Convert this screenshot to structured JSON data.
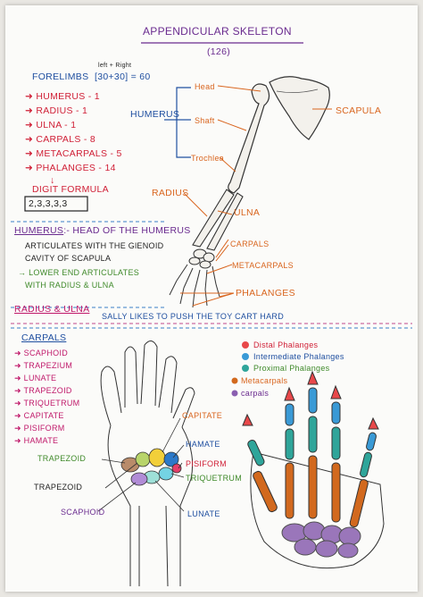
{
  "title": "APPENDICULAR SKELETON",
  "count": "(126)",
  "forelimbs": {
    "label": "FORELIMBS",
    "note": "left + Right",
    "formula": "[30+30] = 60",
    "bones": [
      "HUMERUS - 1",
      "RADIUS - 1",
      "ULNA - 1",
      "CARPALS - 8",
      "METACARPALS - 5",
      "PHALANGES - 14"
    ],
    "arrow": "↓",
    "digit_formula_label": "DIGIT FORMULA",
    "digit_formula": "2,3,3,3,3"
  },
  "arm_labels": {
    "humerus": "HUMERUS",
    "head": "Head",
    "shaft": "Shaft",
    "trochlea": "Trochlea",
    "scapula": "SCAPULA",
    "radius": "RADIUS",
    "ulna": "ULNA",
    "carpals": "CARPALS",
    "metacarpals": "METACARPALS",
    "phalanges": "PHALANGES"
  },
  "humerus_note": {
    "heading": "HUMERUS",
    "sub": ":- HEAD OF THE HUMERUS",
    "line1": "ARTICULATES WITH THE GlENOID",
    "line2": "CAVITY OF SCAPULA",
    "line3": "→ LOWER END ARTICULATES",
    "line4": "WITH RADIUS & ULNA"
  },
  "radius_ulna": {
    "heading": "RADIUS & ULNA",
    "mnemonic": "SALLY LIKES TO PUSH THE TOY CART HARD"
  },
  "carpals": {
    "heading": "CARPALS",
    "items": [
      "SCAPHOID",
      "TRAPEZIUM",
      "LUNATE",
      "TRAPEZOID",
      "TRIQUETRUM",
      "CAPITATE",
      "PISIFORM",
      "HAMATE"
    ]
  },
  "wrist_labels": {
    "capitate": "CAPITATE",
    "hamate": "HAMATE",
    "pisiform": "PISIFORM",
    "triquetrum": "TRIQUETRUM",
    "lunate": "LUNATE",
    "trapezoid_green": "TRAPEZOID",
    "trapezoid_black": "TRAPEZOID",
    "scaphoid": "SCAPHOID"
  },
  "legend": {
    "distal": "Distal Phalanges",
    "intermediate": "Intermediate Phalanges",
    "proximal": "Proximal Phalanges",
    "metacarpals": "Metacarpals",
    "carpals": "carpals"
  },
  "colors": {
    "distal": "#e8484a",
    "intermediate": "#3a9ad6",
    "proximal": "#2fa59a",
    "metacarpals": "#d2691e",
    "carpals": "#8a5fb0"
  }
}
